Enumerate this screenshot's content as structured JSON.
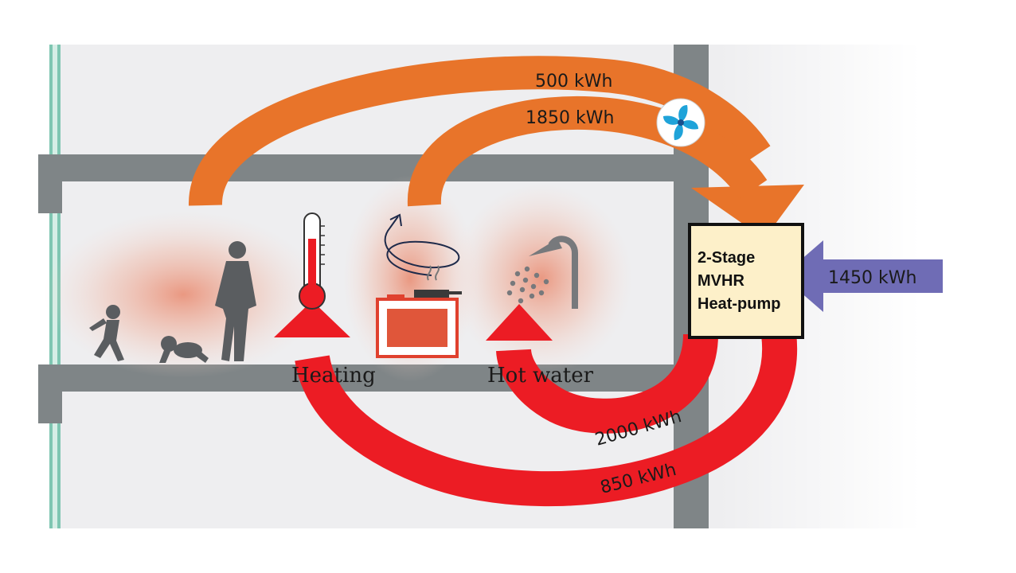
{
  "colors": {
    "exhaust_orange": "#E8742A",
    "supply_red": "#EC1C24",
    "input_purple": "#6F6CB5",
    "unit_fill": "#FDF0C9",
    "wall_gray": "#7F8587",
    "room_bg": "#EFEFF1",
    "glass_green": "#7FC6B2",
    "fan_blue": "#1FA3D9"
  },
  "icons": [
    "child-silhouette",
    "baby-silhouette",
    "adult-silhouette",
    "thermometer-icon",
    "cooking-steam-swirl",
    "stove-icon",
    "shower-icon",
    "fan-icon"
  ],
  "labels": {
    "exhaust_top": "500 kWh",
    "exhaust_inner": "1850 kWh",
    "input": "1450 kWh",
    "supply_inner": "2000 kWh",
    "supply_outer": "850 kWh",
    "heating": "Heating",
    "hot_water": "Hot water"
  },
  "unit": {
    "line1": "2-Stage",
    "line2": "MVHR",
    "line3": "Heat-pump"
  }
}
